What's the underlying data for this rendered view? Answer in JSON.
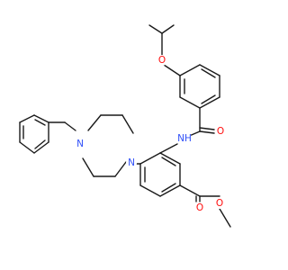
{
  "molecule": {
    "atom_labels": [
      {
        "id": "o_ether",
        "text": "O",
        "color": "#ff0d0d"
      },
      {
        "id": "nh_amide",
        "text": "NH",
        "color": "#3050f8"
      },
      {
        "id": "o_amide",
        "text": "O",
        "color": "#ff0d0d"
      },
      {
        "id": "n_piperazine_left",
        "text": "N",
        "color": "#3050f8"
      },
      {
        "id": "n_piperazine_right",
        "text": "N",
        "color": "#3050f8"
      },
      {
        "id": "o_ester_carbonyl",
        "text": "O",
        "color": "#ff0d0d"
      },
      {
        "id": "o_ester_methoxy",
        "text": "O",
        "color": "#ff0d0d"
      }
    ],
    "bond_color": "#1a1a1a"
  }
}
